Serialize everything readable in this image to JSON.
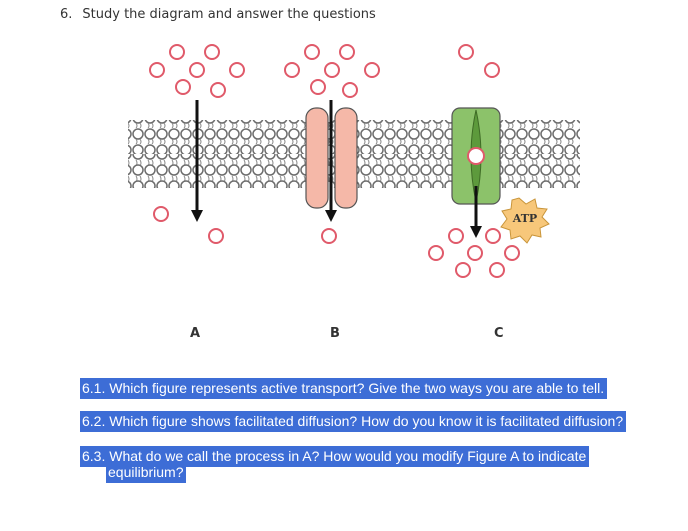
{
  "question": {
    "number": "6.",
    "prompt": "Study the diagram and answer the questions"
  },
  "atp_label": "ATP",
  "figures": [
    {
      "label": "A"
    },
    {
      "label": "B"
    },
    {
      "label": "C"
    }
  ],
  "subquestions": [
    {
      "text": "6.1. Which figure represents active transport? Give the two ways you are able to tell."
    },
    {
      "text": "6.2. Which figure shows facilitated diffusion? How do you know it is facilitated diffusion?"
    },
    {
      "text_line1": "6.3. What do we call the process in A? How would you modify Figure A to indicate",
      "text_line2": "equilibrium?"
    }
  ],
  "colors": {
    "highlight": "#3d6dd6",
    "molecule_stroke": "#e05a6a",
    "membrane": "#7a7a7a",
    "channel_b": "#f5b8a8",
    "carrier_c": "#8cc26a",
    "atp_burst": "#f7c77a"
  }
}
